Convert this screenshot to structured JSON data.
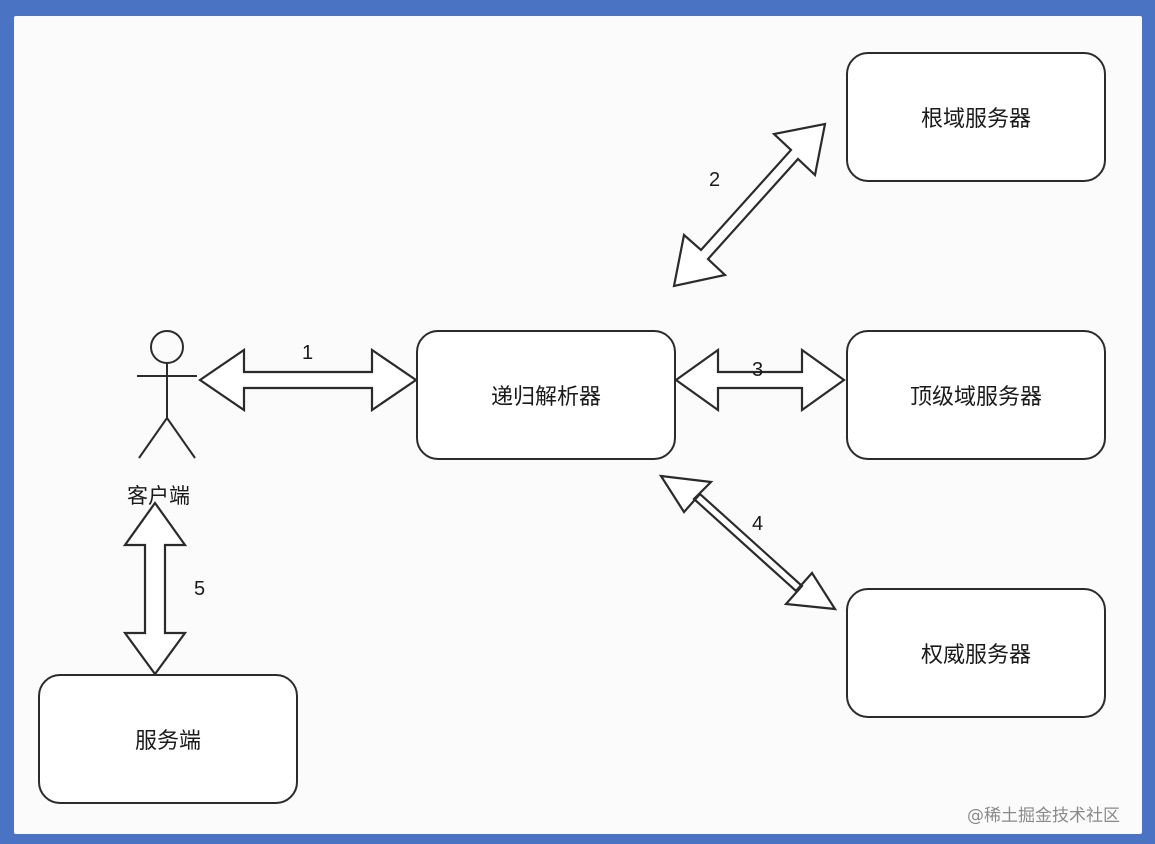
{
  "nodes": {
    "root_server": "根域服务器",
    "recursive_resolver": "递归解析器",
    "tld_server": "顶级域服务器",
    "authoritative_server": "权威服务器",
    "server_side": "服务端",
    "client": "客户端"
  },
  "edges": {
    "e1": "1",
    "e2": "2",
    "e3": "3",
    "e4": "4",
    "e5": "5"
  },
  "credit": "@稀土掘金技术社区"
}
